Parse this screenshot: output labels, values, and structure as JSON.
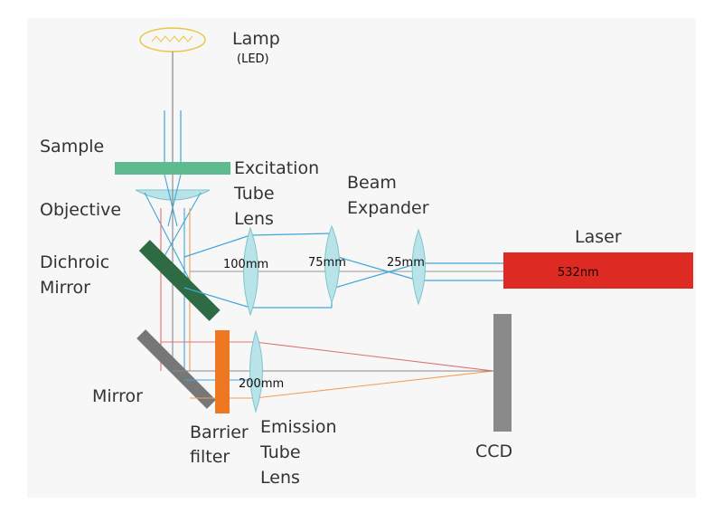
{
  "labels": {
    "lamp": "Lamp",
    "lamp_sub": "(LED)",
    "sample": "Sample",
    "objective": "Objective",
    "dichroic_1": "Dichroic",
    "dichroic_2": "Mirror",
    "mirror": "Mirror",
    "excitation_1": "Excitation",
    "excitation_2": "Tube",
    "excitation_3": "Lens",
    "beam_expander_1": "Beam",
    "beam_expander_2": "Expander",
    "laser": "Laser",
    "laser_wavelength": "532nm",
    "ccd": "CCD",
    "barrier_1": "Barrier",
    "barrier_2": "filter",
    "emission_1": "Emission",
    "emission_2": "Tube",
    "emission_3": "Lens"
  },
  "dimensions": {
    "lens_100": "100mm",
    "lens_75": "75mm",
    "lens_25": "25mm",
    "lens_200": "200mm"
  },
  "colors": {
    "blue_beam": "#3fa6d8",
    "red_beam": "#e07070",
    "orange_beam": "#f0a050",
    "gray_beam": "#888888",
    "lens_fill": "#b8e3e8",
    "sample": "#5dbb8f",
    "dichroic": "#2e6b45",
    "mirror": "#777777",
    "barrier": "#ee7722",
    "laser": "#dd2a22",
    "ccd": "#8a8a8a",
    "lamp": "#e8c84a"
  }
}
